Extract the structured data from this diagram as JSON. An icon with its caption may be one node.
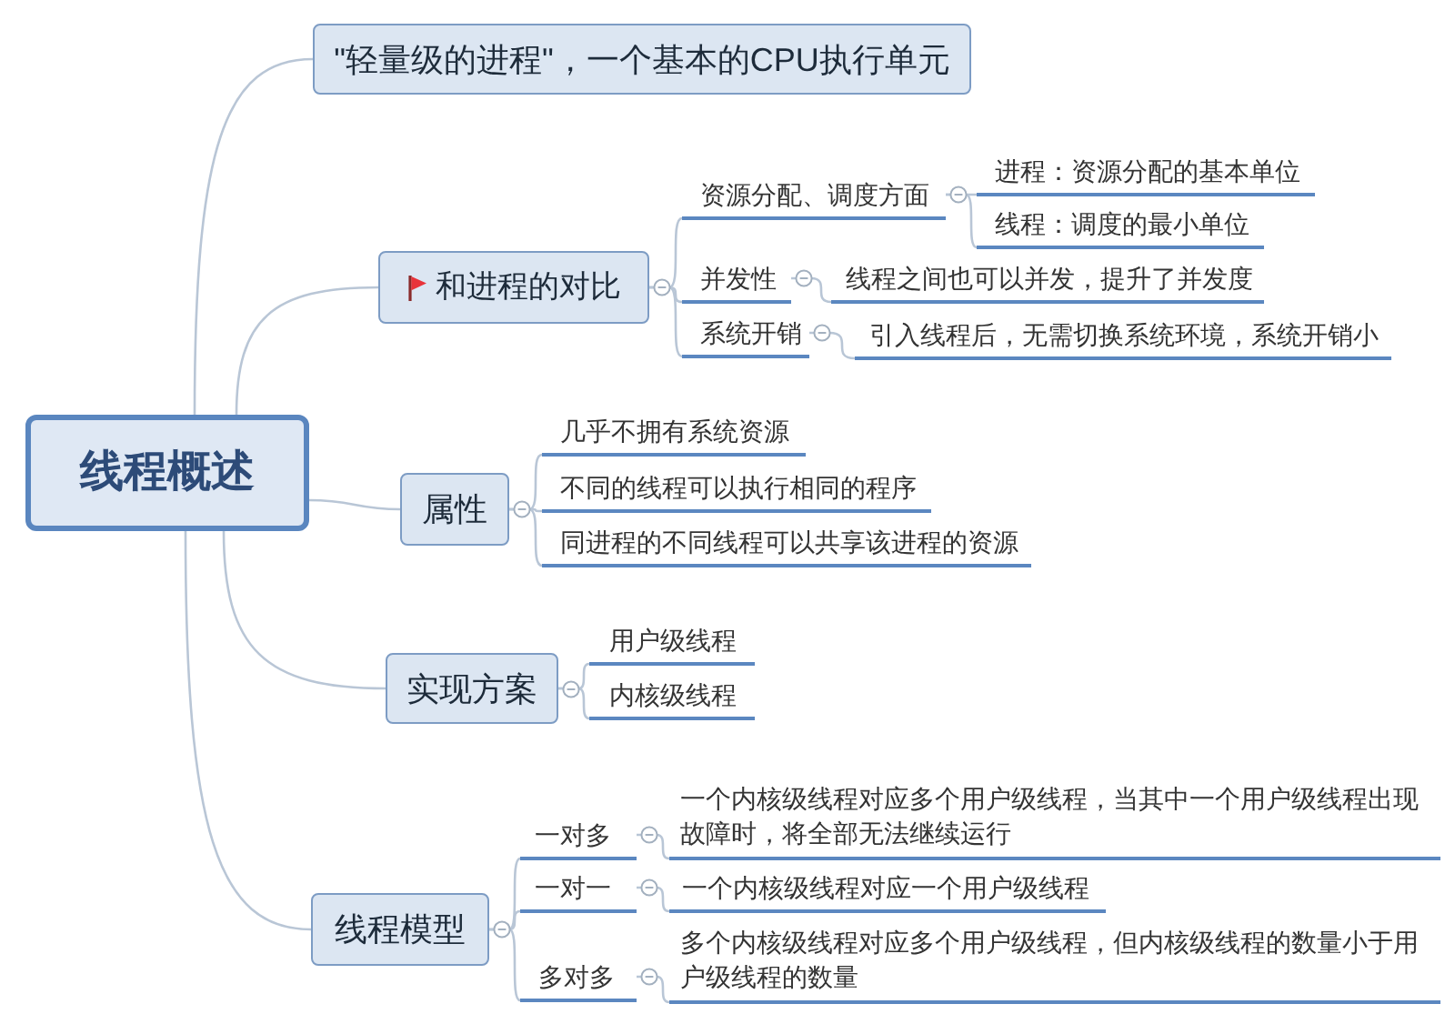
{
  "diagram": {
    "nodes": [
      {
        "text": [
          "线程概述"
        ]
      },
      {
        "text": [
          "\"轻量级的进程\"，一个基本的CPU执行单元"
        ]
      },
      {
        "text": [
          "和进程的对比"
        ]
      },
      {
        "text": [
          "资源分配、调度方面"
        ]
      },
      {
        "text": [
          "进程：资源分配的基本单位"
        ]
      },
      {
        "text": [
          "线程：调度的最小单位"
        ]
      },
      {
        "text": [
          "并发性"
        ]
      },
      {
        "text": [
          "线程之间也可以并发，提升了并发度"
        ]
      },
      {
        "text": [
          "系统开销"
        ]
      },
      {
        "text": [
          "引入线程后，无需切换系统环境，系统开销小"
        ]
      },
      {
        "text": [
          "属性"
        ]
      },
      {
        "text": [
          "几乎不拥有系统资源"
        ]
      },
      {
        "text": [
          "不同的线程可以执行相同的程序"
        ]
      },
      {
        "text": [
          "同进程的不同线程可以共享该进程的资源"
        ]
      },
      {
        "text": [
          "实现方案"
        ]
      },
      {
        "text": [
          "用户级线程"
        ]
      },
      {
        "text": [
          "内核级线程"
        ]
      },
      {
        "text": [
          "线程模型"
        ]
      },
      {
        "text": [
          "一对多"
        ]
      },
      {
        "text": [
          "一个内核级线程对应多个用户级线程，当其中一个用户级线程出现故障时，将全部无法继续运行"
        ]
      },
      {
        "text": [
          "一对一"
        ]
      },
      {
        "text": [
          "一个内核级线程对应一个用户级线程"
        ]
      },
      {
        "text": [
          "多对多"
        ]
      },
      {
        "text": [
          "多个内核级线程对应多个用户级线程，但内核级线程的数量小于用户级线程的数量"
        ]
      }
    ],
    "edges": [
      {
        "from": 0,
        "to": 1,
        "arrow": "none"
      },
      {
        "from": 0,
        "to": 2,
        "arrow": "none"
      },
      {
        "from": 2,
        "to": 3,
        "arrow": "none"
      },
      {
        "from": 3,
        "to": 4,
        "arrow": "none"
      },
      {
        "from": 3,
        "to": 5,
        "arrow": "none"
      },
      {
        "from": 2,
        "to": 6,
        "arrow": "none"
      },
      {
        "from": 6,
        "to": 7,
        "arrow": "none"
      },
      {
        "from": 2,
        "to": 8,
        "arrow": "none"
      },
      {
        "from": 8,
        "to": 9,
        "arrow": "none"
      },
      {
        "from": 0,
        "to": 10,
        "arrow": "none"
      },
      {
        "from": 10,
        "to": 11,
        "arrow": "none"
      },
      {
        "from": 10,
        "to": 12,
        "arrow": "none"
      },
      {
        "from": 10,
        "to": 13,
        "arrow": "none"
      },
      {
        "from": 0,
        "to": 14,
        "arrow": "none"
      },
      {
        "from": 14,
        "to": 15,
        "arrow": "none"
      },
      {
        "from": 14,
        "to": 16,
        "arrow": "none"
      },
      {
        "from": 0,
        "to": 17,
        "arrow": "none"
      },
      {
        "from": 17,
        "to": 18,
        "arrow": "none"
      },
      {
        "from": 18,
        "to": 19,
        "arrow": "none"
      },
      {
        "from": 17,
        "to": 20,
        "arrow": "none"
      },
      {
        "from": 20,
        "to": 21,
        "arrow": "none"
      },
      {
        "from": 17,
        "to": 22,
        "arrow": "none"
      },
      {
        "from": 22,
        "to": 23,
        "arrow": "none"
      }
    ]
  }
}
